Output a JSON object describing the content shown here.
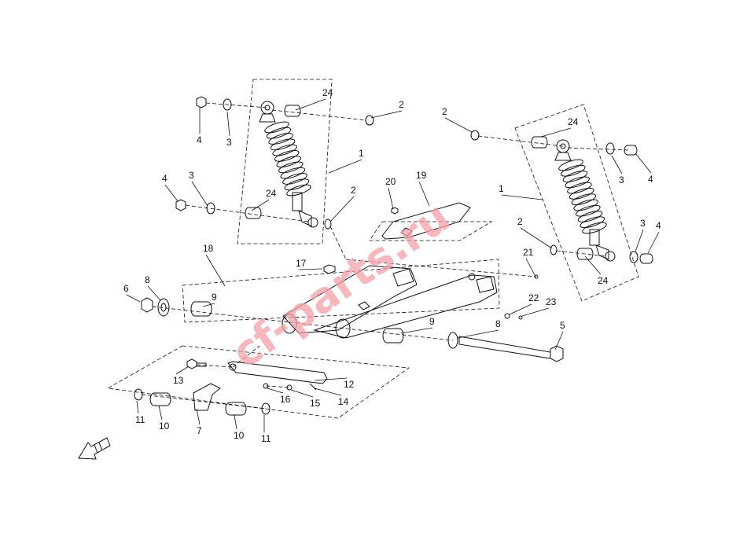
{
  "diagram": {
    "watermark": "cf-parts.ru",
    "colors": {
      "line": "#111111",
      "watermark": "#f3a0a8",
      "background": "#ffffff"
    },
    "callouts": [
      "1",
      "1",
      "2",
      "2",
      "2",
      "2",
      "3",
      "3",
      "3",
      "3",
      "4",
      "4",
      "4",
      "4",
      "5",
      "6",
      "7",
      "8",
      "8",
      "9",
      "9",
      "10",
      "10",
      "11",
      "11",
      "12",
      "13",
      "14",
      "15",
      "16",
      "17",
      "18",
      "19",
      "20",
      "21",
      "22",
      "23",
      "24",
      "24",
      "24",
      "24"
    ],
    "direction_icon": "arrow-pointer-icon"
  }
}
